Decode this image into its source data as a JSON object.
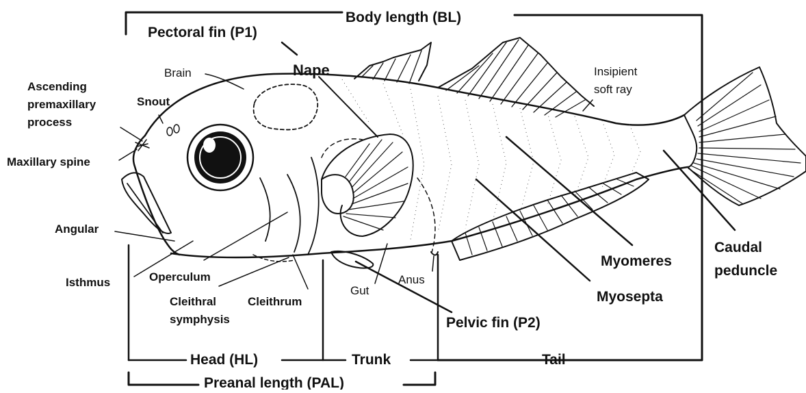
{
  "labels": {
    "body_length": "Body length (BL)",
    "pectoral_fin": "Pectoral fin (P1)",
    "nape": "Nape",
    "brain": "Brain",
    "ascending_premaxillary_process": [
      "Ascending",
      "premaxillary",
      "process"
    ],
    "snout": "Snout",
    "maxillary_spine": "Maxillary spine",
    "angular": "Angular",
    "isthmus": "Isthmus",
    "operculum": "Operculum",
    "cleithral_symphysis": [
      "Cleithral",
      "symphysis"
    ],
    "cleithrum": "Cleithrum",
    "gut": "Gut",
    "anus": "Anus",
    "pelvic_fin": "Pelvic fin (P2)",
    "insipient_soft_ray": [
      "Insipient",
      "soft ray"
    ],
    "myomeres": "Myomeres",
    "myosepta": "Myosepta",
    "caudal_peduncle": [
      "Caudal",
      "peduncle"
    ],
    "head": "Head (HL)",
    "trunk": "Trunk",
    "tail": "Tail",
    "preanal_length": "Preanal length (PAL)"
  }
}
